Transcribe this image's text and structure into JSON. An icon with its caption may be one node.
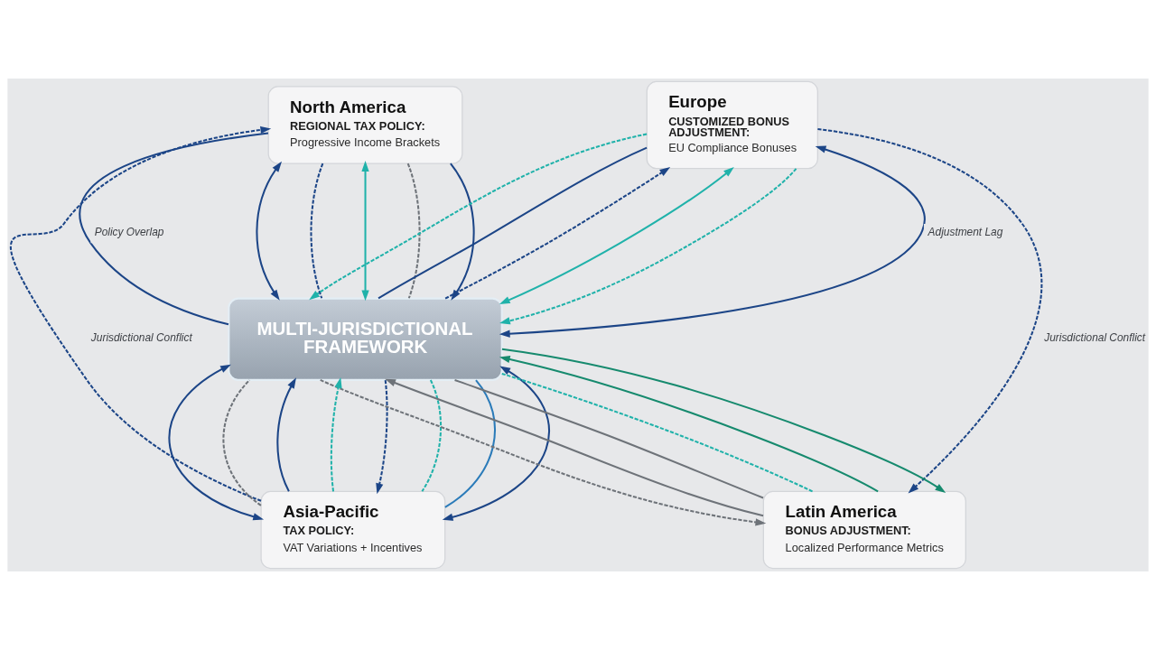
{
  "diagram": {
    "nodes": [
      {
        "text": [
          "North America",
          "REGIONAL TAX POLICY:",
          "Progressive Income Brackets"
        ]
      },
      {
        "text": [
          "Europe",
          "CUSTOMIZED BONUS ADJUSTMENT:",
          "EU Compliance Bonuses"
        ]
      },
      {
        "text": [
          "MULTI-JURISDICTIONAL FRAMEWORK"
        ]
      },
      {
        "text": [
          "Asia-Pacific",
          "TAX POLICY:",
          "VAT Variations + Incentives"
        ]
      },
      {
        "text": [
          "Latin America",
          "BONUS ADJUSTMENT:",
          "Localized Performance Metrics"
        ]
      }
    ],
    "edges": [
      {
        "from": 0,
        "to": 2,
        "arrow": "none",
        "label": "Policy Overlap"
      },
      {
        "from": 0,
        "to": 2,
        "arrow": "both"
      },
      {
        "from": 0,
        "to": 2,
        "arrow": "none",
        "style": "dashed"
      },
      {
        "from": 2,
        "to": 1,
        "arrow": "both",
        "label": "Adjustment Lag"
      },
      {
        "from": 2,
        "to": 1,
        "arrow": "none"
      },
      {
        "from": 2,
        "to": 1,
        "arrow": "to",
        "style": "dashed"
      },
      {
        "from": 0,
        "to": 2,
        "arrow": "both",
        "color": "#20b2aa"
      },
      {
        "from": 0,
        "to": 2,
        "arrow": "none",
        "style": "dashed",
        "color": "#6e7379"
      },
      {
        "from": 0,
        "to": 2,
        "arrow": "to"
      },
      {
        "from": 3,
        "to": 0,
        "arrow": "to",
        "style": "dashed",
        "label": "Jurisdictional Conflict"
      },
      {
        "from": 3,
        "to": 2,
        "arrow": "none",
        "style": "dashed",
        "color": "#6e7379"
      },
      {
        "from": 2,
        "to": 3,
        "arrow": "both"
      },
      {
        "from": 3,
        "to": 2,
        "arrow": "to"
      },
      {
        "from": 3,
        "to": 2,
        "arrow": "to",
        "style": "dashed",
        "color": "#20b2aa"
      },
      {
        "from": 1,
        "to": 2,
        "arrow": "to",
        "style": "dashed",
        "color": "#20b2aa"
      },
      {
        "from": 1,
        "to": 2,
        "arrow": "both",
        "color": "#20b2aa"
      },
      {
        "from": 1,
        "to": 2,
        "arrow": "to",
        "style": "dashed",
        "color": "#20b2aa"
      },
      {
        "from": 1,
        "to": 4,
        "arrow": "to",
        "style": "dashed",
        "label": "Jurisdictional Conflict"
      },
      {
        "from": 2,
        "to": 4,
        "arrow": "to",
        "style": "dashed",
        "color": "#6e7379"
      },
      {
        "from": 4,
        "to": 2,
        "arrow": "to",
        "color": "#6e7379"
      },
      {
        "from": 2,
        "to": 4,
        "arrow": "none",
        "color": "#6e7379"
      },
      {
        "from": 2,
        "to": 3,
        "arrow": "to",
        "style": "dashed"
      },
      {
        "from": 2,
        "to": 3,
        "arrow": "none",
        "style": "dashed",
        "color": "#20b2aa"
      },
      {
        "from": 2,
        "to": 3,
        "arrow": "none",
        "color": "#2b7bb9"
      },
      {
        "from": 2,
        "to": 3,
        "arrow": "both"
      },
      {
        "from": 2,
        "to": 4,
        "arrow": "none",
        "style": "dashed",
        "color": "#20b2aa"
      },
      {
        "from": 4,
        "to": 2,
        "arrow": "to",
        "color": "#168a6e"
      },
      {
        "from": 2,
        "to": 4,
        "arrow": "to",
        "color": "#168a6e"
      }
    ]
  }
}
